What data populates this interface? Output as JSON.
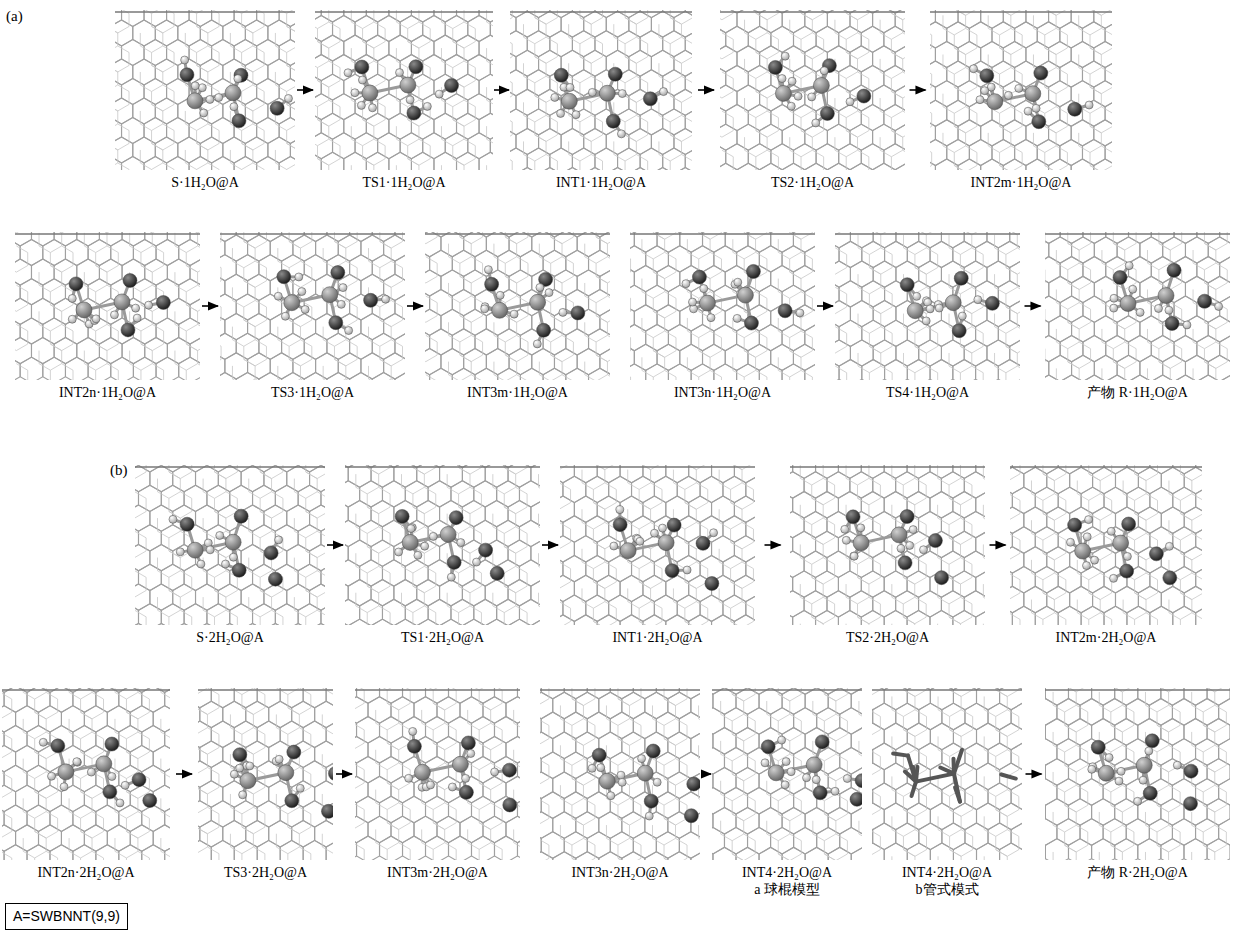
{
  "diagram": {
    "nodes": [
      {
        "text": [
          "S·1H₂O@A"
        ]
      },
      {
        "text": [
          "TS1·1H₂O@A"
        ]
      },
      {
        "text": [
          "INT1·1H₂O@A"
        ]
      },
      {
        "text": [
          "TS2·1H₂O@A"
        ]
      },
      {
        "text": [
          "INT2m·1H₂O@A"
        ]
      },
      {
        "text": [
          "INT2n·1H₂O@A"
        ]
      },
      {
        "text": [
          "TS3·1H₂O@A"
        ]
      },
      {
        "text": [
          "INT3m·1H₂O@A"
        ]
      },
      {
        "text": [
          "INT3n·1H₂O@A"
        ]
      },
      {
        "text": [
          "TS4·1H₂O@A"
        ]
      },
      {
        "text": [
          "产物 R·1H₂O@A"
        ]
      },
      {
        "text": [
          "S·2H₂O@A"
        ]
      },
      {
        "text": [
          "TS1·2H₂O@A"
        ]
      },
      {
        "text": [
          "INT1·2H₂O@A"
        ]
      },
      {
        "text": [
          "TS2·2H₂O@A"
        ]
      },
      {
        "text": [
          "INT2m·2H₂O@A"
        ]
      },
      {
        "text": [
          "INT2n·2H₂O@A"
        ]
      },
      {
        "text": [
          "TS3·2H₂O@A"
        ]
      },
      {
        "text": [
          "INT3m·2H₂O@A"
        ]
      },
      {
        "text": [
          "INT3n·2H₂O@A"
        ]
      },
      {
        "text": [
          "INT4·2H₂O@A",
          "a 球棍模型"
        ]
      },
      {
        "text": [
          "INT4·2H₂O@A",
          "b管式模式"
        ]
      },
      {
        "text": [
          "产物 R·2H₂O@A"
        ]
      },
      {
        "text": [
          "A=SWBNNT(9,9)"
        ]
      }
    ],
    "edges": [
      {
        "from": 0,
        "to": 1,
        "arrow": "to"
      },
      {
        "from": 1,
        "to": 2,
        "arrow": "to"
      },
      {
        "from": 2,
        "to": 3,
        "arrow": "to"
      },
      {
        "from": 3,
        "to": 4,
        "arrow": "to"
      },
      {
        "from": 5,
        "to": 6,
        "arrow": "to"
      },
      {
        "from": 6,
        "to": 7,
        "arrow": "to"
      },
      {
        "from": 8,
        "to": 9,
        "arrow": "to"
      },
      {
        "from": 9,
        "to": 10,
        "arrow": "to"
      },
      {
        "from": 11,
        "to": 12,
        "arrow": "to"
      },
      {
        "from": 12,
        "to": 13,
        "arrow": "to"
      },
      {
        "from": 13,
        "to": 14,
        "arrow": "to"
      },
      {
        "from": 14,
        "to": 15,
        "arrow": "to"
      },
      {
        "from": 16,
        "to": 17,
        "arrow": "to"
      },
      {
        "from": 17,
        "to": 18,
        "arrow": "to"
      },
      {
        "from": 19,
        "to": 20,
        "arrow": "to"
      },
      {
        "from": 21,
        "to": 22,
        "arrow": "to"
      }
    ],
    "labels": [
      "(a)",
      "(b)"
    ]
  }
}
